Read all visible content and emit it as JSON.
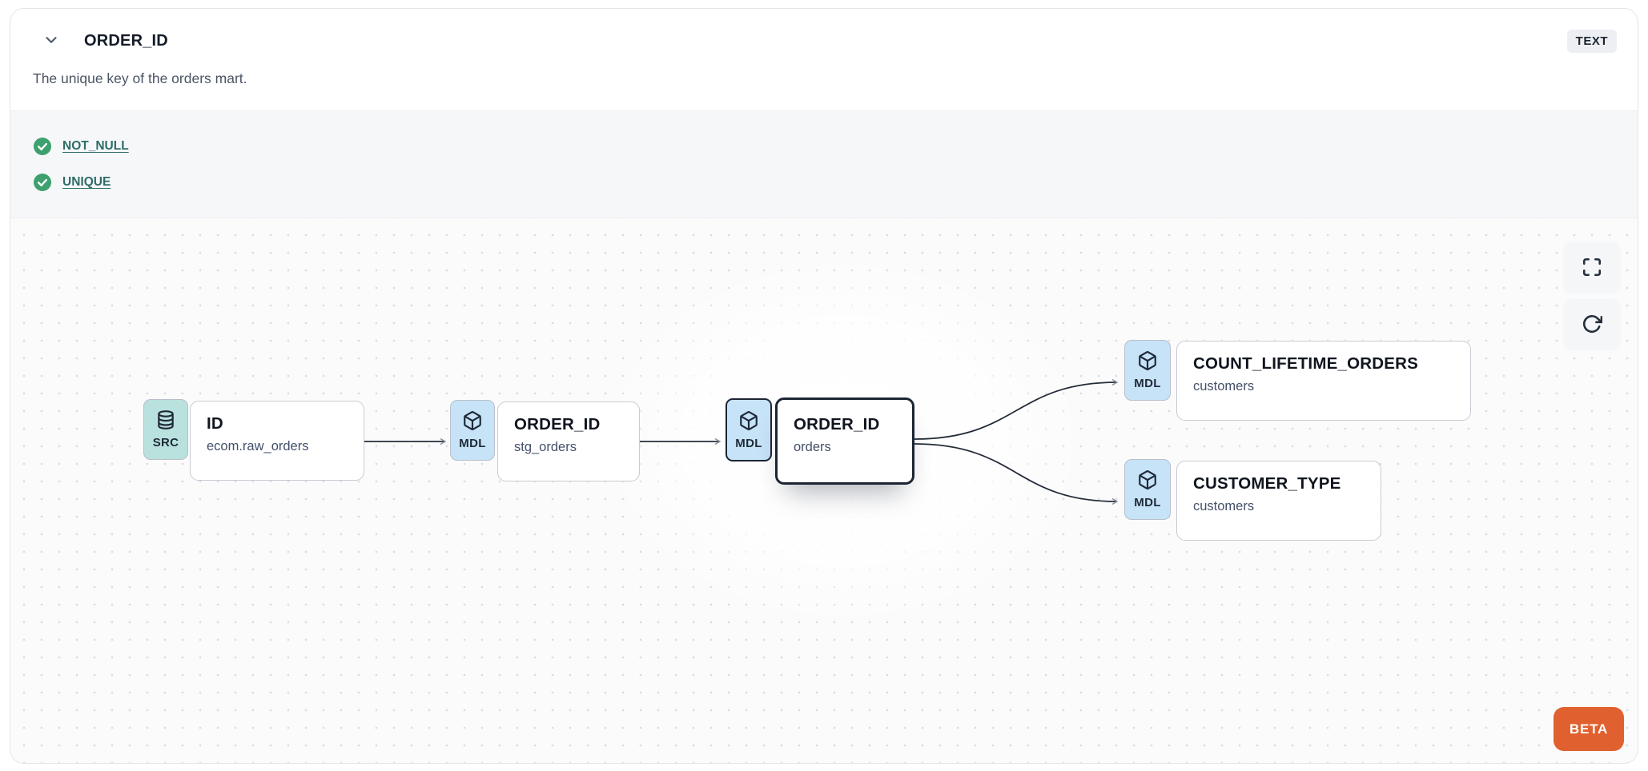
{
  "header": {
    "title": "ORDER_ID",
    "type_badge": "TEXT",
    "collapse_icon": "chevron-down-icon"
  },
  "description": "The unique key of the orders mart.",
  "tests": {
    "status_icon": "check-circle-icon",
    "items": [
      {
        "label": "NOT_NULL",
        "status": "pass"
      },
      {
        "label": "UNIQUE",
        "status": "pass"
      }
    ]
  },
  "canvas": {
    "nodes": [
      {
        "badge": "SRC",
        "icon": "database-icon",
        "title": "ID",
        "subtitle": "ecom.raw_orders",
        "selected": false
      },
      {
        "badge": "MDL",
        "icon": "cube-icon",
        "title": "ORDER_ID",
        "subtitle": "stg_orders",
        "selected": false
      },
      {
        "badge": "MDL",
        "icon": "cube-icon",
        "title": "ORDER_ID",
        "subtitle": "orders",
        "selected": true
      },
      {
        "badge": "MDL",
        "icon": "cube-icon",
        "title": "COUNT_LIFETIME_ORDERS",
        "subtitle": "customers",
        "selected": false
      },
      {
        "badge": "MDL",
        "icon": "cube-icon",
        "title": "CUSTOMER_TYPE",
        "subtitle": "customers",
        "selected": false
      }
    ],
    "edges": [
      {
        "from": 0,
        "to": 1
      },
      {
        "from": 1,
        "to": 2
      },
      {
        "from": 2,
        "to": 3
      },
      {
        "from": 2,
        "to": 4
      }
    ],
    "controls": [
      {
        "name": "fullscreen",
        "icon": "maximize-icon"
      },
      {
        "name": "refresh",
        "icon": "rotate-cw-icon"
      }
    ],
    "beta_label": "BETA"
  },
  "colors": {
    "accent_orange": "#e0602f",
    "badge_src_teal": "#b9e1dd",
    "badge_mdl_blue": "#c6e3f8",
    "test_pass_green": "#3da06f",
    "test_link_teal": "#2e6d68",
    "ink": "#1f2937",
    "type_badge_bg": "#edeff3"
  }
}
